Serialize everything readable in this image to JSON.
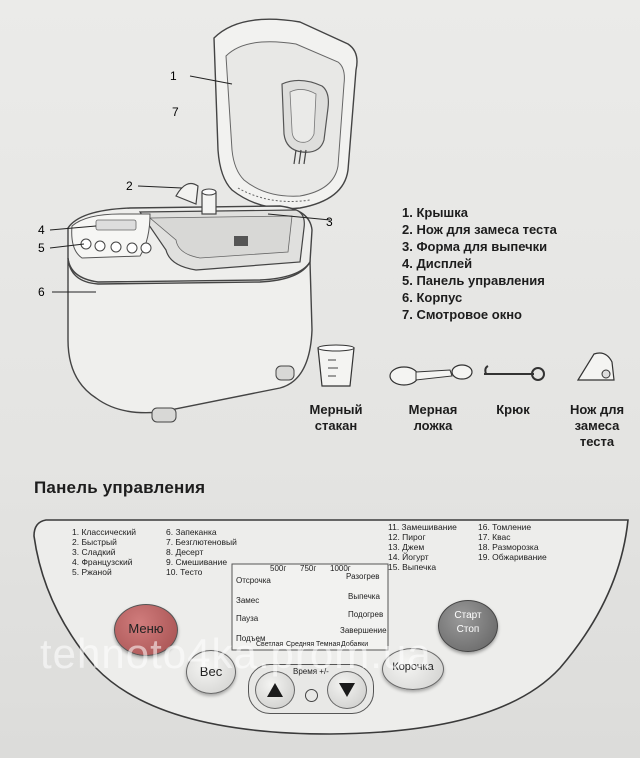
{
  "diagram": {
    "callouts": [
      "1",
      "7",
      "2",
      "3",
      "4",
      "5",
      "6"
    ]
  },
  "legend": [
    "1. Крышка",
    "2. Нож для замеса теста",
    "3. Форма для выпечки",
    "4. Дисплей",
    "5. Панель управления",
    "6. Корпус",
    "7. Смотровое окно"
  ],
  "accessories": [
    {
      "label": "Мерный\nстакан",
      "icon": "measuring-cup-icon"
    },
    {
      "label": "Мерная\nложка",
      "icon": "measuring-spoon-icon"
    },
    {
      "label": "Крюк",
      "icon": "hook-icon"
    },
    {
      "label": "Нож для\nзамеса\nтеста",
      "icon": "kneading-blade-icon"
    }
  ],
  "control_panel": {
    "title": "Панель управления",
    "programs_col1": [
      "1. Классический",
      "2. Быстрый",
      "3. Сладкий",
      "4. Французский",
      "5. Ржаной"
    ],
    "programs_col2": [
      "6. Запеканка",
      "7. Безглютеновый",
      "8. Десерт",
      "9. Смешивание",
      "10. Тесто"
    ],
    "programs_col3": [
      "11. Замешивание",
      "12. Пирог",
      "13. Джем",
      "14. Йогурт",
      "15. Выпечка"
    ],
    "programs_col4": [
      "16. Томление",
      "17. Квас",
      "18. Разморозка",
      "19. Обжаривание"
    ],
    "display": {
      "weights": [
        "500г",
        "750г",
        "1000г"
      ],
      "left_labels": [
        "Отсрочка",
        "Замес",
        "Пауза",
        "Подъем"
      ],
      "right_labels": [
        "Разогрев",
        "Выпечка",
        "Подогрев",
        "Завершение"
      ],
      "crust_labels": [
        "Светлая",
        "Средняя",
        "Темная",
        "Добавки"
      ]
    },
    "buttons": {
      "menu": "Меню",
      "weight": "Вес",
      "start_stop_1": "Старт",
      "start_stop_2": "Стоп",
      "crust": "Корочка",
      "time": "Время +/-"
    }
  },
  "watermark": "tehnoto4ka.prom.ua"
}
